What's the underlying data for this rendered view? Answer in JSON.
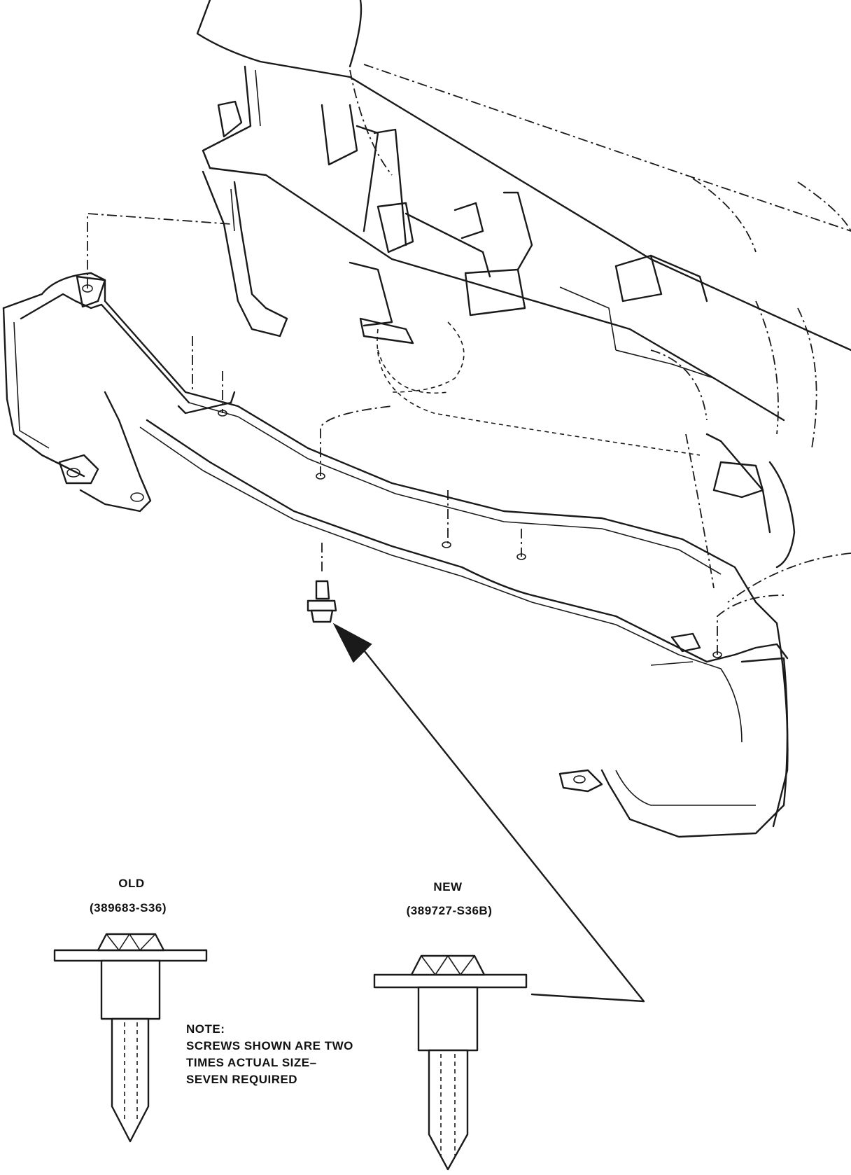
{
  "labels": {
    "old_title": "OLD",
    "old_part": "(389683-S36)",
    "new_title": "NEW",
    "new_part": "(389727-S36B)",
    "note_lines": [
      "NOTE:",
      "SCREWS SHOWN ARE TWO",
      "TIMES ACTUAL SIZE–",
      "SEVEN REQUIRED"
    ]
  }
}
